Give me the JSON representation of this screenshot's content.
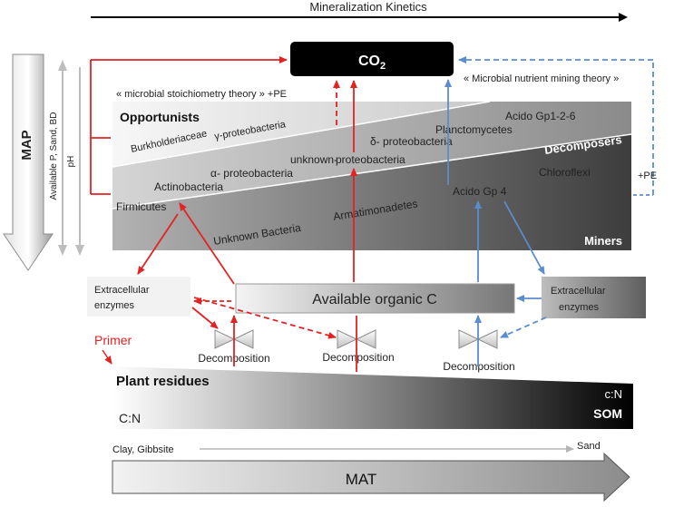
{
  "header": {
    "title": "Mineralization Kinetics"
  },
  "co2": {
    "label_main": "CO",
    "label_sub": "2"
  },
  "theories": {
    "stoichiometry": "« microbial stoichiometry theory » +PE",
    "nutrient_mining": "« Microbial nutrient mining theory »",
    "pe_right": "+PE"
  },
  "left_axes": {
    "map": "MAP",
    "soil": "Available P, Sand, BD",
    "ph": "pH"
  },
  "groups": {
    "opportunists": "Opportunists",
    "decomposers": "Decomposers",
    "miners": "Miners"
  },
  "taxa": {
    "burkholderiaceae": "Burkholderiaceae",
    "gamma": "γ-proteobacteria",
    "planctomycetes": "Planctomycetes",
    "acido_gp126": "Acido Gp1-2-6",
    "delta": "δ- proteobacteria",
    "unknown_proteo_a": "unknown-",
    "unknown_proteo_b": "proteobacteria",
    "alpha": "α- proteobacteria",
    "actinobacteria": "Actinobacteria",
    "firmicutes": "Firmicutes",
    "acido_gp4": "Acido Gp 4",
    "chloroflexi": "Chloroflexi",
    "unknown_bacteria": "Unknown Bacteria",
    "armatimonadetes": "Armatimonadetes"
  },
  "enzymes": {
    "left_line1": "Extracellular",
    "left_line2": "enzymes",
    "right_line1": "Extracellular",
    "right_line2": "enzymes"
  },
  "available_c": "Available organic C",
  "decomposition": {
    "left": "Decomposition",
    "middle": "Decomposition",
    "right": "Decomposition"
  },
  "primer": "Primer",
  "substrate": {
    "plant_residues": "Plant residues",
    "c_n_left": "C:N",
    "c_n_right": "c:N",
    "som": "SOM"
  },
  "bottom": {
    "clay": "Clay, Gibbsite",
    "sand": "Sand",
    "mat": "MAT"
  },
  "colors": {
    "red": "#e32222",
    "blue": "#5b8ccf",
    "black": "#000000"
  }
}
